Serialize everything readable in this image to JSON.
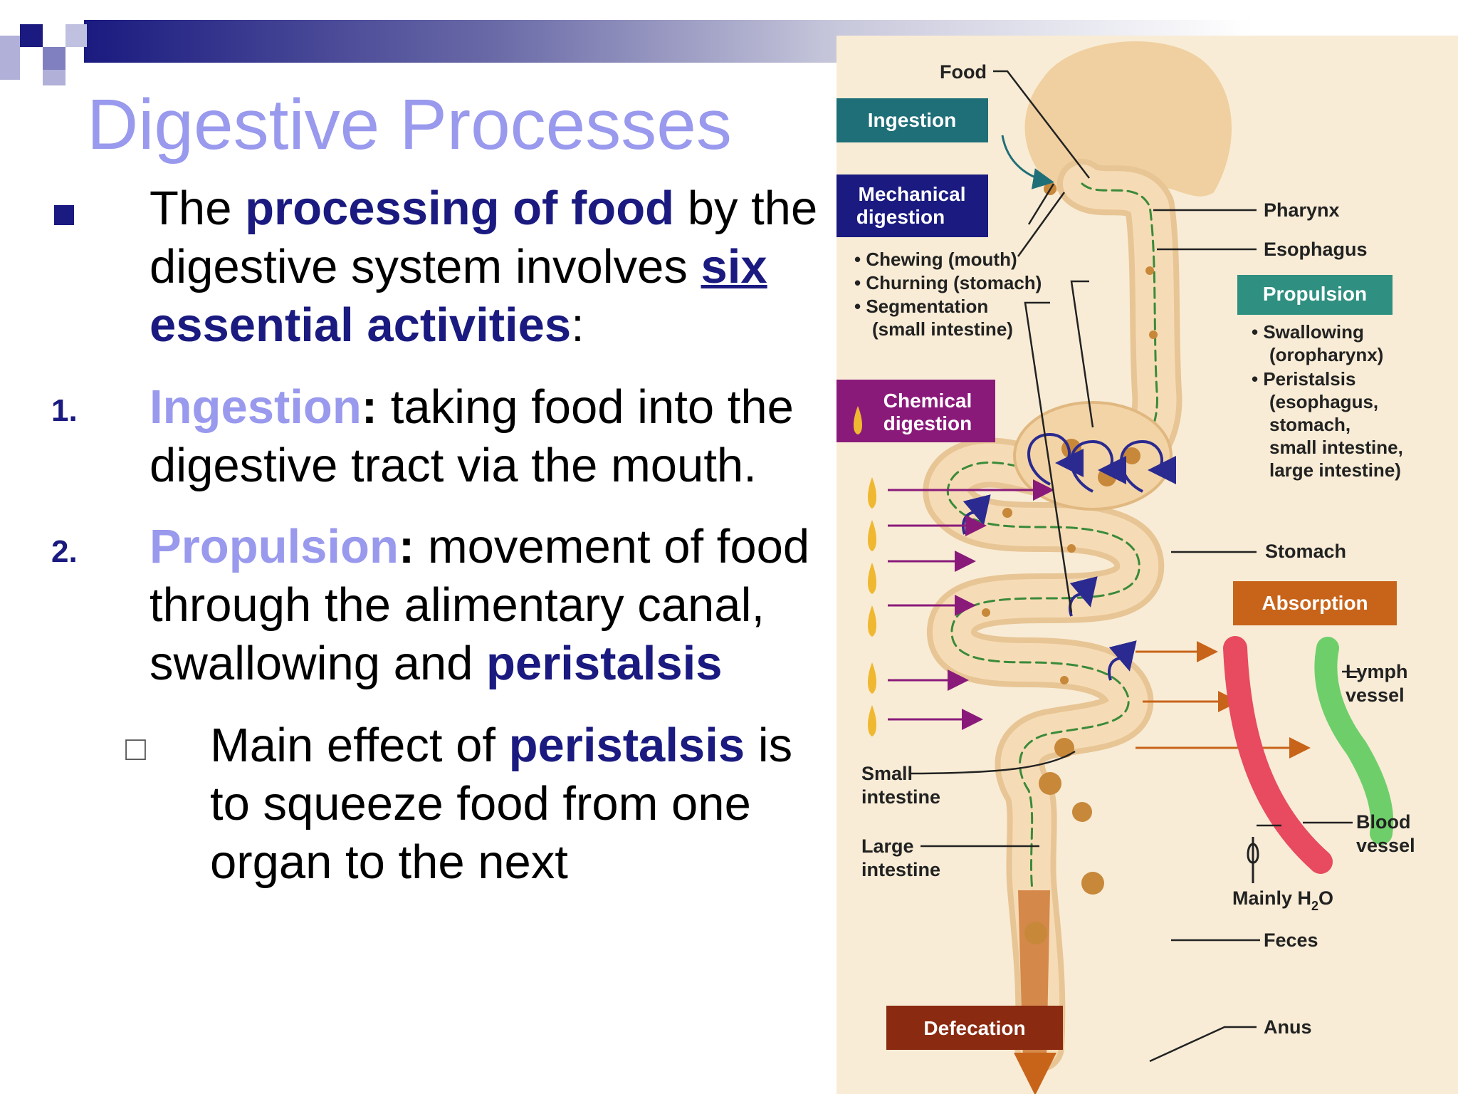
{
  "slide": {
    "title": "Digestive Processes",
    "colors": {
      "title": "#9999ee",
      "emphasis": "#1a1a80",
      "banner_dark": "#1a1a80"
    }
  },
  "intro": {
    "p1": "The ",
    "h1": "processing of food",
    "p2": " by the digestive system involves ",
    "h2": "six",
    "h3": "essential activities",
    "p3": ":"
  },
  "items": [
    {
      "num": "1.",
      "term": "Ingestion",
      "sep": ":",
      "text": " taking food into the digestive tract via the mouth."
    },
    {
      "num": "2.",
      "term": "Propulsion",
      "sep": ":",
      "text1": " movement of food through the alimentary canal, swallowing and ",
      "emph": "peristalsis"
    }
  ],
  "sub_item": {
    "marker": "□",
    "t1": "Main effect of ",
    "emph": "peristalsis",
    "t2": " is to squeeze food from one organ to the next"
  },
  "diagram": {
    "labels": {
      "food": "Food",
      "pharynx": "Pharynx",
      "esophagus": "Esophagus",
      "stomach": "Stomach",
      "small_intestine_1": "Small",
      "small_intestine_2": "intestine",
      "large_intestine_1": "Large",
      "large_intestine_2": "intestine",
      "lymph_1": "Lymph",
      "lymph_2": "vessel",
      "blood_1": "Blood",
      "blood_2": "vessel",
      "mainly_h2o_pre": "Mainly H",
      "mainly_h2o_sub": "2",
      "mainly_h2o_post": "O",
      "feces": "Feces",
      "anus": "Anus"
    },
    "boxes": {
      "ingestion": "Ingestion",
      "mech_1": "Mechanical",
      "mech_2": "digestion",
      "chem_1": "Chemical",
      "chem_2": "digestion",
      "propulsion": "Propulsion",
      "absorption": "Absorption",
      "defecation": "Defecation"
    },
    "mech_list": [
      "• Chewing (mouth)",
      "• Churning (stomach)",
      "• Segmentation",
      "(small intestine)"
    ],
    "prop_list": [
      "• Swallowing",
      "(oropharynx)",
      "• Peristalsis",
      "(esophagus,",
      "stomach,",
      "small intestine,",
      "large intestine)"
    ],
    "colors": {
      "ingestion": "#1f6f78",
      "mechanical": "#1a1a80",
      "chemical": "#8a1a7a",
      "propulsion": "#2f8f80",
      "absorption": "#c8641a",
      "defecation": "#8a2a10",
      "tract": "#f1d4a8",
      "blood": "#e84a5f",
      "lymph": "#6ecf6a"
    }
  }
}
